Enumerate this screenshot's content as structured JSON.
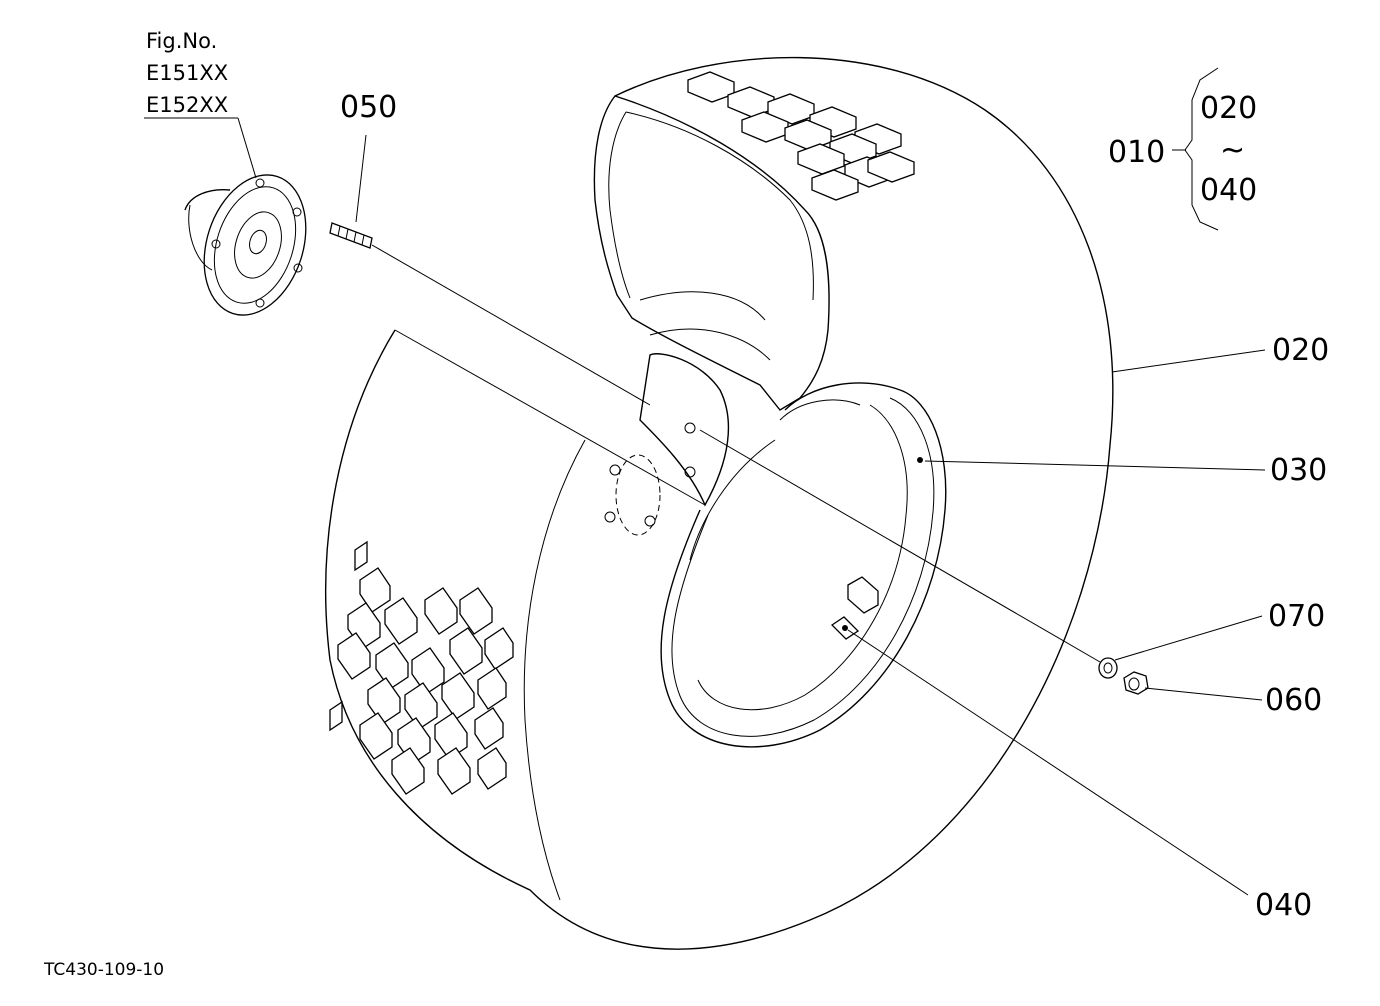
{
  "figure": {
    "label": "Fig.No.",
    "numbers": [
      "E151XX",
      "E152XX"
    ],
    "drawing_code": "TC430-109-10"
  },
  "callouts": {
    "p010": "010",
    "p020_range": "020",
    "tilde": "~",
    "p040_range": "040",
    "p050": "050",
    "p020": "020",
    "p030": "030",
    "p070": "070",
    "p060": "060",
    "p040": "040"
  },
  "parts_depicted": {
    "hub": "wheel-hub",
    "stud": "stud-bolt",
    "tire": "tire",
    "rim": "wheel-rim",
    "valve": "tire-valve",
    "washer": "washer",
    "nut": "nut"
  }
}
